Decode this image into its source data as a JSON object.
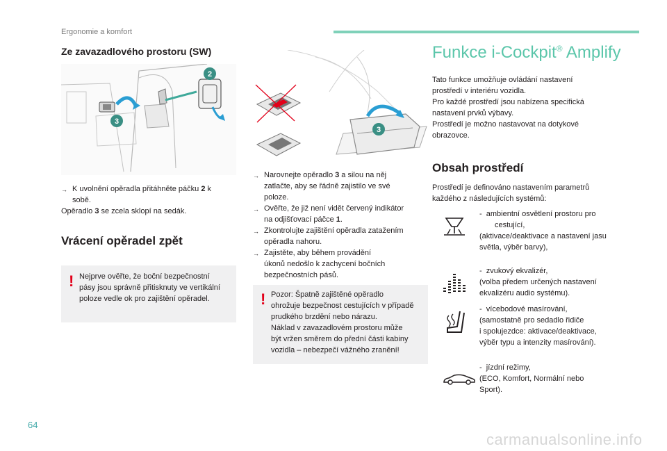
{
  "header": {
    "section_label": "Ergonomie a komfort",
    "accent_color": "#7fd1b9"
  },
  "col1": {
    "heading": "Ze zavazadlového prostoru (SW)",
    "bullet_symbol": "",
    "step_line1": "K uvolnění opěradla přitáhněte páčku ",
    "step_bold": "2",
    "step_line1_end": " k",
    "step_line2": "sobě.",
    "result_pre": "Opěradlo ",
    "result_bold": "3",
    "result_post": " se zcela sklopí na sedák.",
    "heading2": "Vrácení opěradel zpět",
    "warning": {
      "mark": "!",
      "lines": [
        "Nejprve ověřte, že boční bezpečnostní",
        "pásy jsou správně přitisknuty ve vertikální",
        "poloze vedle ok pro zajištění opěradel."
      ]
    },
    "illustration": {
      "callout_a": "2",
      "callout_b": "3",
      "icon": "trunk-lever-illustration"
    }
  },
  "col2": {
    "illustration": {
      "callout": "3",
      "icon": "seat-latch-illustration"
    },
    "bullets": [
      {
        "lines": [
          "Narovnejte opěradlo ",
          "3",
          " a silou na něj",
          "zatlačte, aby se řádně zajistilo ve své",
          "poloze."
        ]
      },
      {
        "lines": [
          "Ověřte, že již není vidět červený indikátor",
          "na odjišťovací páčce ",
          "1",
          "."
        ]
      },
      {
        "lines": [
          "Zkontrolujte zajištění opěradla zatažením",
          "opěradla nahoru."
        ]
      },
      {
        "lines": [
          "Zajistěte, aby během provádění",
          "úkonů nedošlo k zachycení bočních",
          "bezpečnostních pásů."
        ]
      }
    ],
    "warning": {
      "mark": "!",
      "lines": [
        "Pozor: Špatně zajištěné opěradlo",
        "ohrožuje bezpečnost cestujících v případě",
        "prudkého brzdění nebo nárazu.",
        "Náklad v zavazadlovém prostoru může",
        "být vržen směrem do přední části kabiny",
        "vozidla – nebezpečí vážného zranění!"
      ]
    }
  },
  "col3": {
    "title": "Funkce i-Cockpit",
    "title_sup": "®",
    "title_end": " Amplify",
    "title_color": "#5bc6aa",
    "intro": [
      "Tato funkce umožňuje ovládání nastavení",
      "prostředí v interiéru vozidla.",
      "Pro každé prostředí jsou nabízena specifická",
      "nastavení prvků výbavy.",
      "Prostředí je možno nastavovat na dotykové",
      "obrazovce."
    ],
    "heading": "Obsah prostředí",
    "defined": [
      "Prostředí je definováno nastavením parametrů",
      "každého z následujících systémů:"
    ],
    "features": [
      {
        "icon": "ambient-light-icon",
        "lines": [
          "-  ambientní osvětlení prostoru pro",
          "cestující,",
          "(aktivace/deaktivace a nastavení jasu",
          "světla, výběr barvy),"
        ]
      },
      {
        "icon": "equalizer-icon",
        "lines": [
          "-  zvukový ekvalizér,",
          "(volba předem určených nastavení",
          "ekvalizéru audio systému)."
        ]
      },
      {
        "icon": "massage-seat-icon",
        "lines": [
          "-  vícebodové masírování,",
          "(samostatně pro sedadlo řidiče",
          "i spolujezdce: aktivace/deaktivace,",
          "výběr typu a intenzity masírování)."
        ]
      },
      {
        "icon": "drive-mode-car-icon",
        "lines": [
          "-  jízdní režimy,",
          "(ECO, Komfort, Normální nebo",
          "Sport)."
        ]
      }
    ]
  },
  "footer": {
    "page_number": "64",
    "watermark": "carmanualsonline.info"
  }
}
